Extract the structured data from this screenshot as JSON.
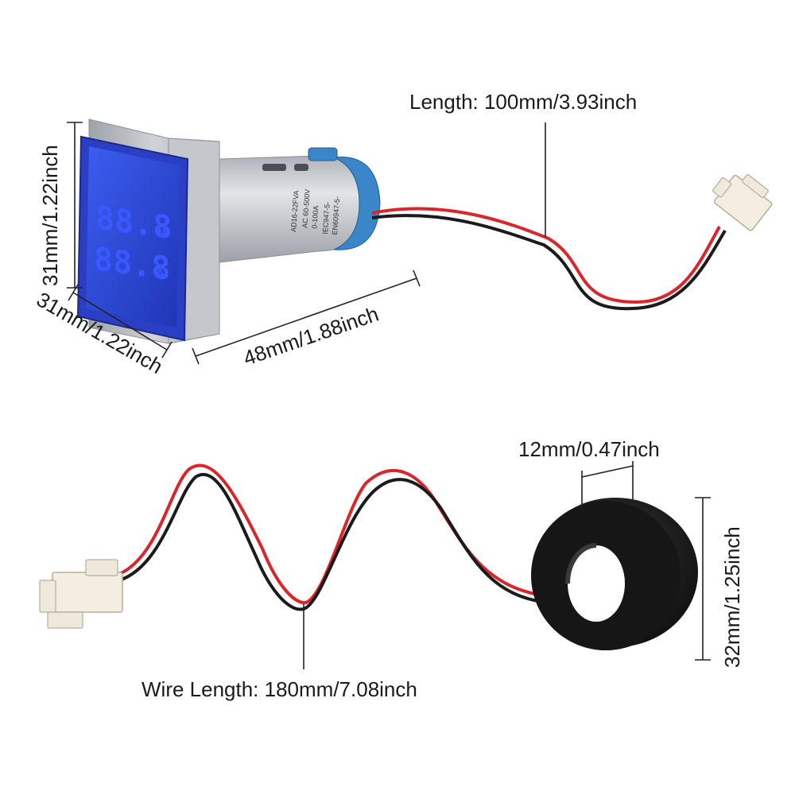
{
  "meter": {
    "display": {
      "row1": "88.8",
      "unit1": "V",
      "row2": "88.8",
      "unit2": "A"
    },
    "body_print": {
      "model": "AD16-22FVA",
      "line1": "AC 60-500V",
      "line2": "0-100A",
      "line3": "IEC947-5-",
      "line4": "EN60947-5-"
    },
    "colors": {
      "display": "#2f4bd8",
      "housing": "#b8bcc2",
      "collar": "#3a86c8"
    }
  },
  "dimensions": {
    "height": "31mm/1.22inch",
    "width": "31mm/1.22inch",
    "depth": "48mm/1.88inch",
    "meter_lead": "Length: 100mm/3.93inch",
    "ct_thickness": "12mm/0.47inch",
    "ct_diameter": "32mm/1.25inch",
    "ct_lead": "Wire Length: 180mm/7.08inch"
  },
  "wire_colors": {
    "red": "#d8262b",
    "black": "#1b1b1b"
  }
}
